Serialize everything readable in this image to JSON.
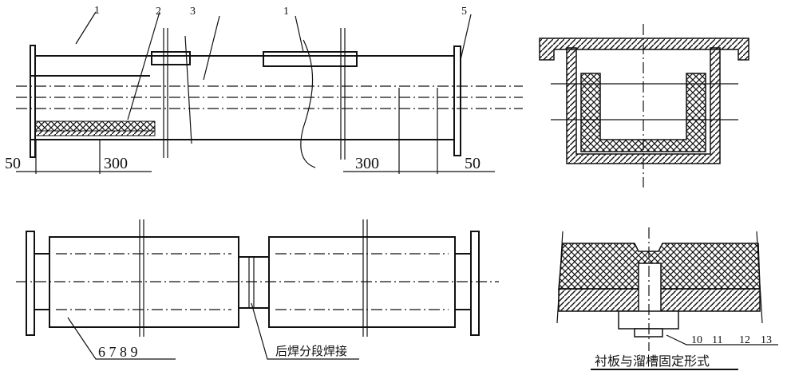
{
  "top_view": {
    "callouts": [
      "1",
      "2",
      "3",
      "1",
      "5"
    ],
    "dimensions": [
      "50",
      "300",
      "300",
      "50"
    ]
  },
  "bottom_view": {
    "callout_numbers": "6 7 8 9",
    "weld_note": "后焊分段焊接"
  },
  "detail_view": {
    "callout_numbers": [
      "10",
      "11",
      "12",
      "13"
    ],
    "caption": "衬板与溜槽固定形式"
  }
}
